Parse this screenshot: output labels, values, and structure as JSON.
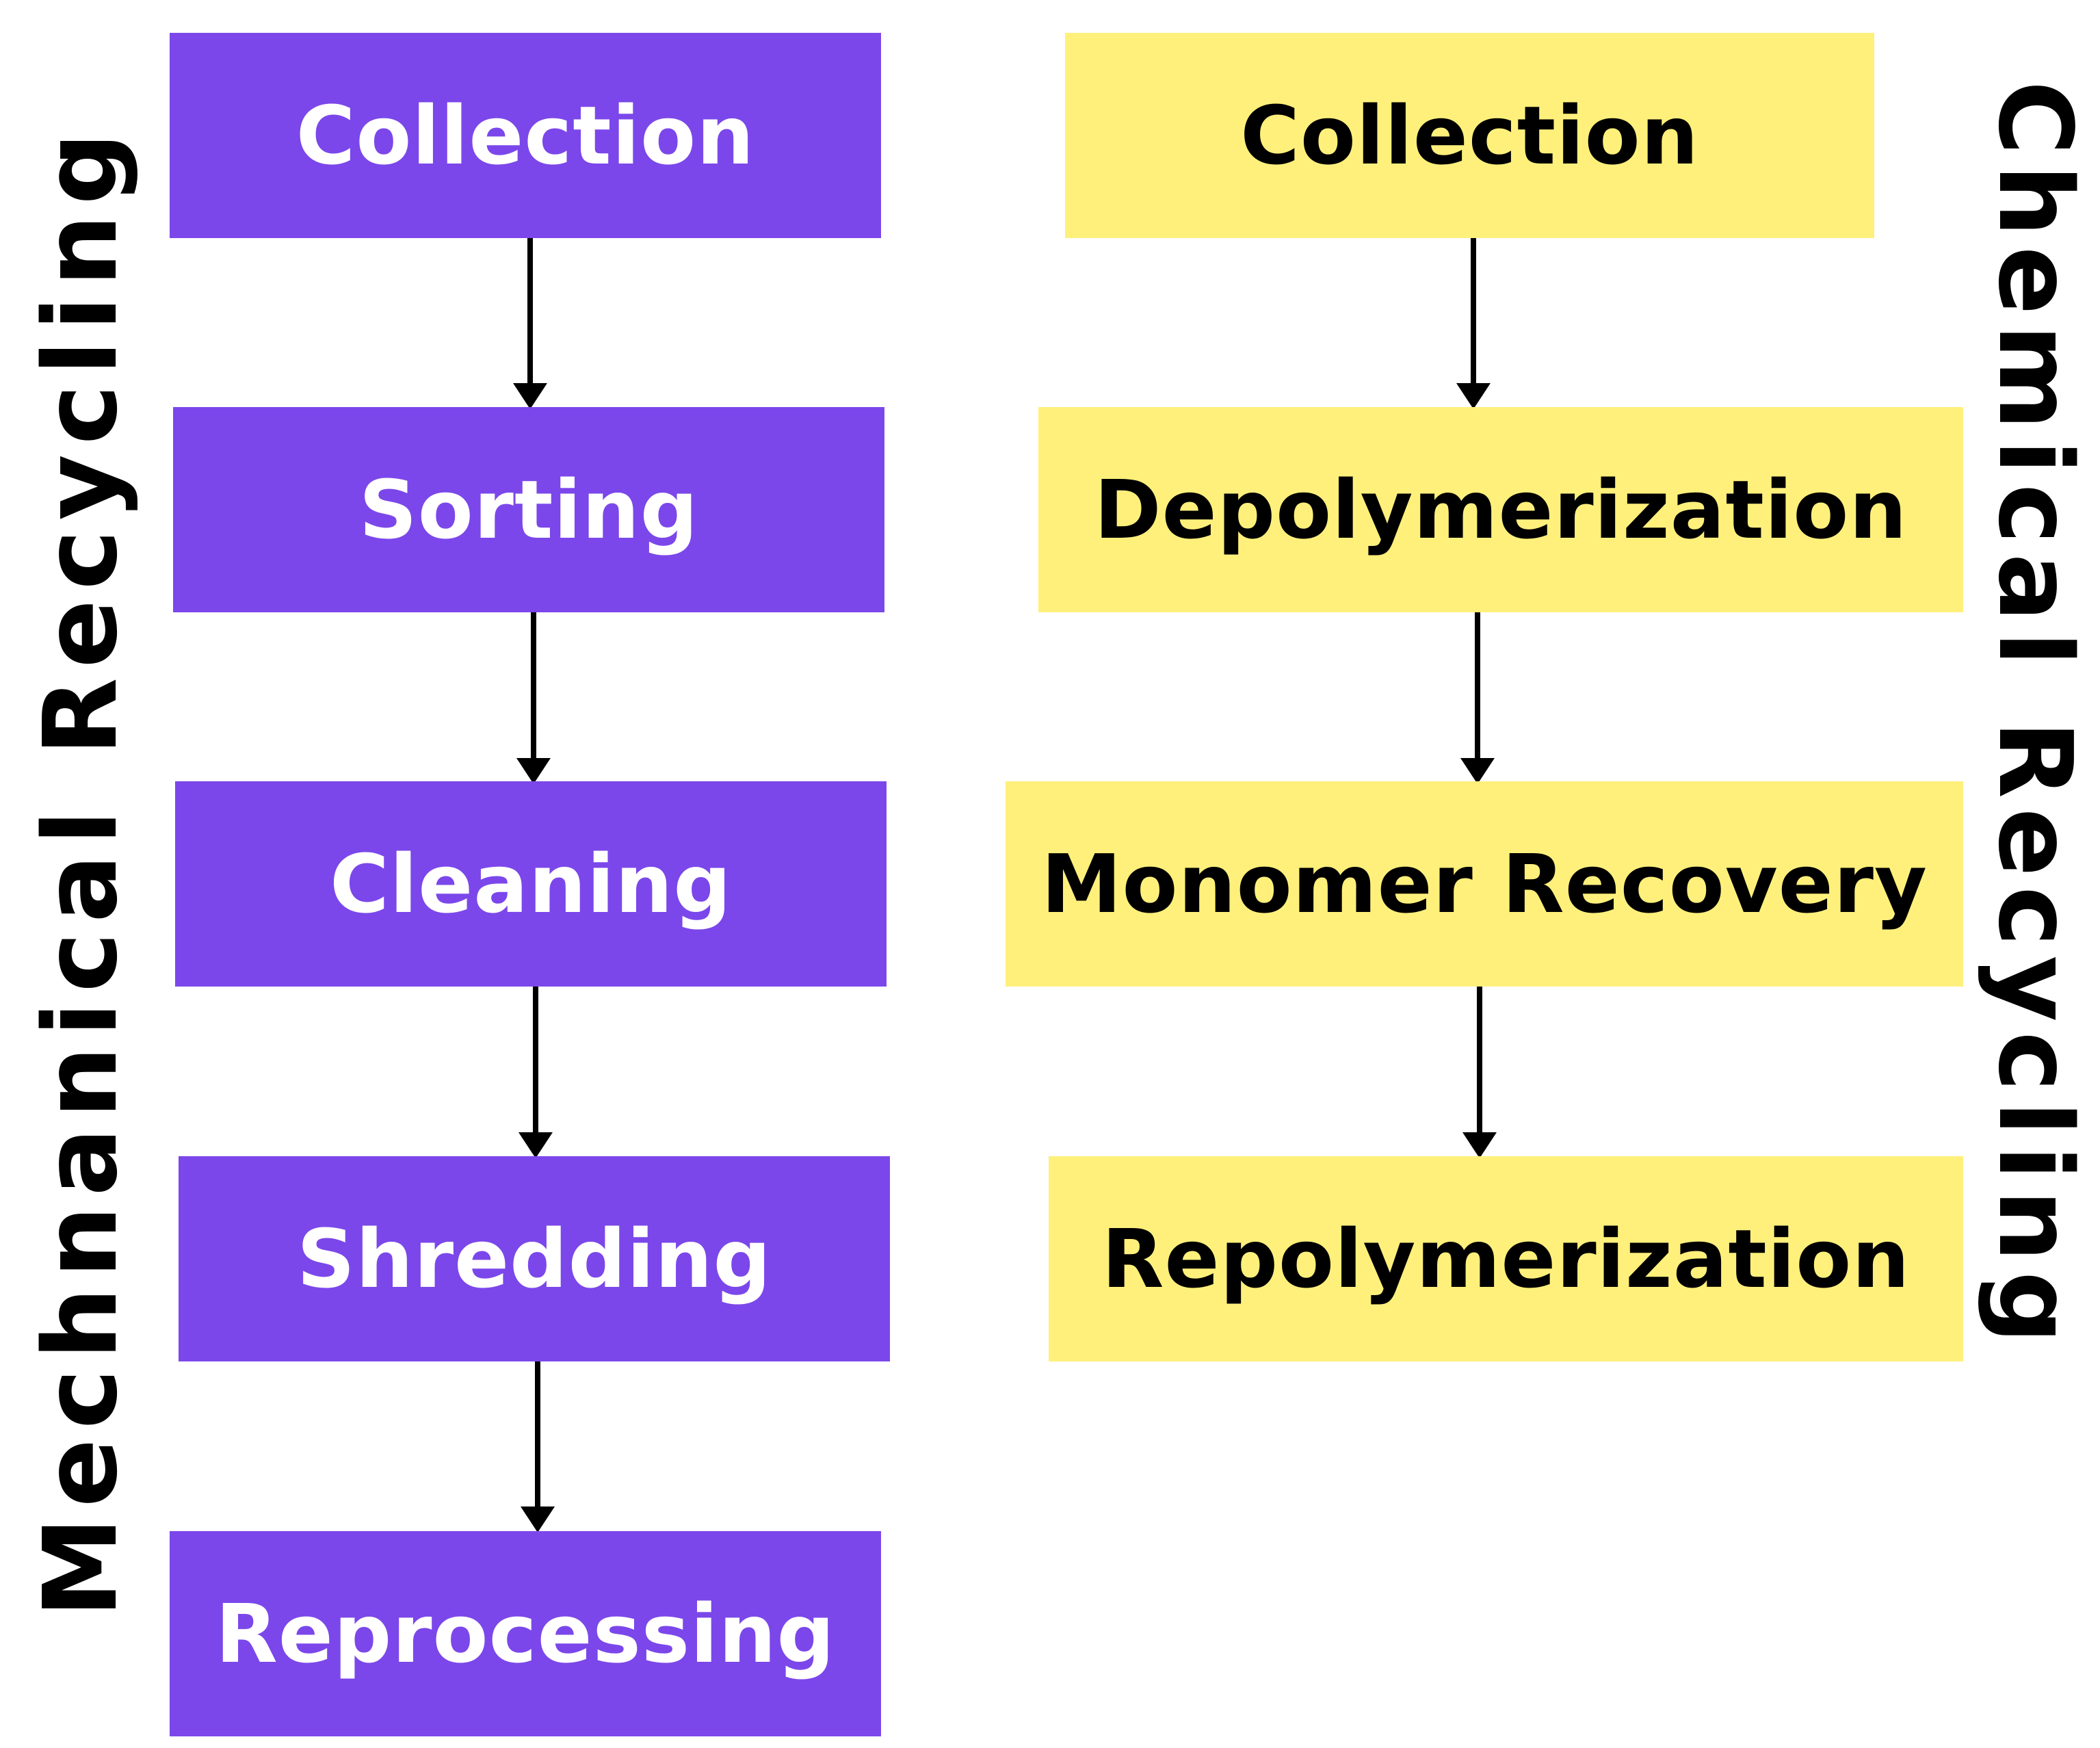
{
  "mechanical": {
    "title": "Mechnanical Recycling",
    "color": "#7b47ea",
    "text_color": "#ffffff",
    "steps": [
      "Collection",
      "Sorting",
      "Cleaning",
      "Shredding",
      "Reprocessing"
    ]
  },
  "chemical": {
    "title": "Chemical Recycling",
    "color": "#fff07c",
    "text_color": "#000000",
    "steps": [
      "Collection",
      "Depolymerization",
      "Monomer Recovery",
      "Repolymerization"
    ]
  }
}
